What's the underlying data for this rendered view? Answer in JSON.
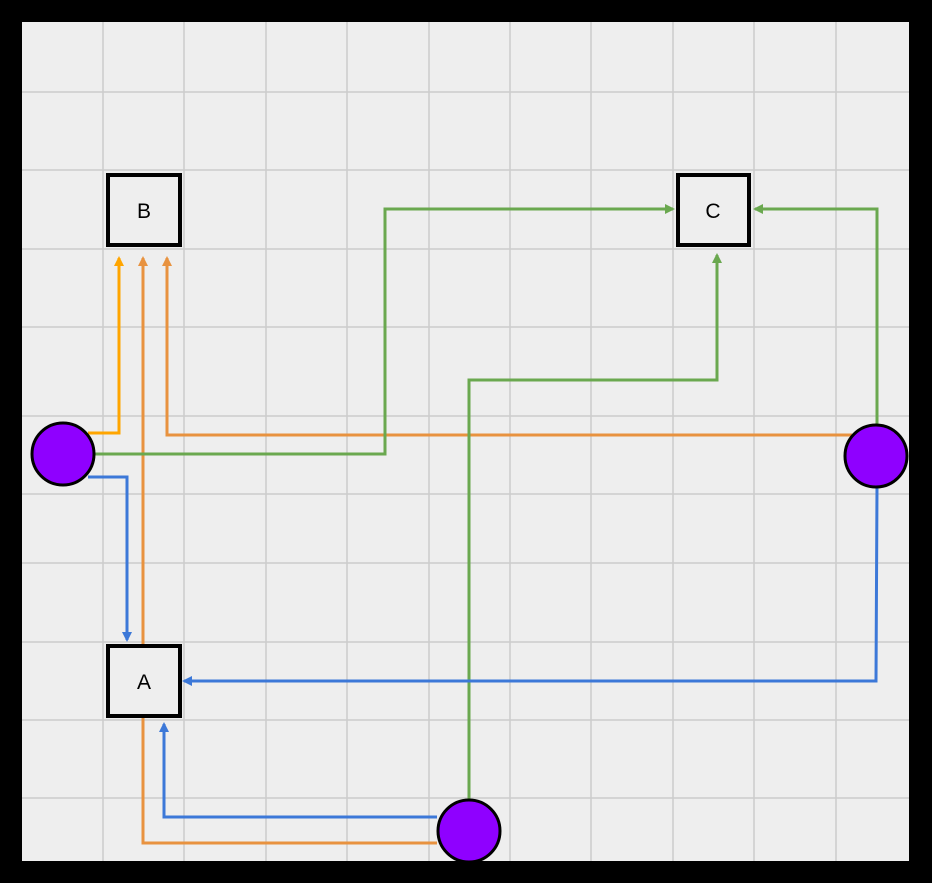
{
  "diagram": {
    "nodes": [
      {
        "id": "B",
        "label": "B",
        "type": "box"
      },
      {
        "id": "C",
        "label": "C",
        "type": "box"
      },
      {
        "id": "A",
        "label": "A",
        "type": "box"
      },
      {
        "id": "left",
        "label": "",
        "type": "circle"
      },
      {
        "id": "right",
        "label": "",
        "type": "circle"
      },
      {
        "id": "bottom",
        "label": "",
        "type": "circle"
      }
    ],
    "edges": [
      {
        "from": "left",
        "to": "B"
      },
      {
        "from": "left",
        "to": "C"
      },
      {
        "from": "left",
        "to": "A"
      },
      {
        "from": "right",
        "to": "B"
      },
      {
        "from": "right",
        "to": "C"
      },
      {
        "from": "right",
        "to": "A"
      },
      {
        "from": "bottom",
        "to": "B"
      },
      {
        "from": "bottom",
        "to": "C"
      },
      {
        "from": "bottom",
        "to": "A"
      }
    ]
  },
  "colors": {
    "background": "#eeeeee",
    "frame": "#000000",
    "grid": "#cccccc",
    "node_fill": "#eeeeee",
    "node_stroke": "#000000",
    "circle_fill": "#8f00ff",
    "edge_to_b_orange": "#ffa500",
    "edge_to_b": "#e8923f",
    "edge_to_c": "#6aa84f",
    "edge_to_a": "#3c78d8"
  }
}
